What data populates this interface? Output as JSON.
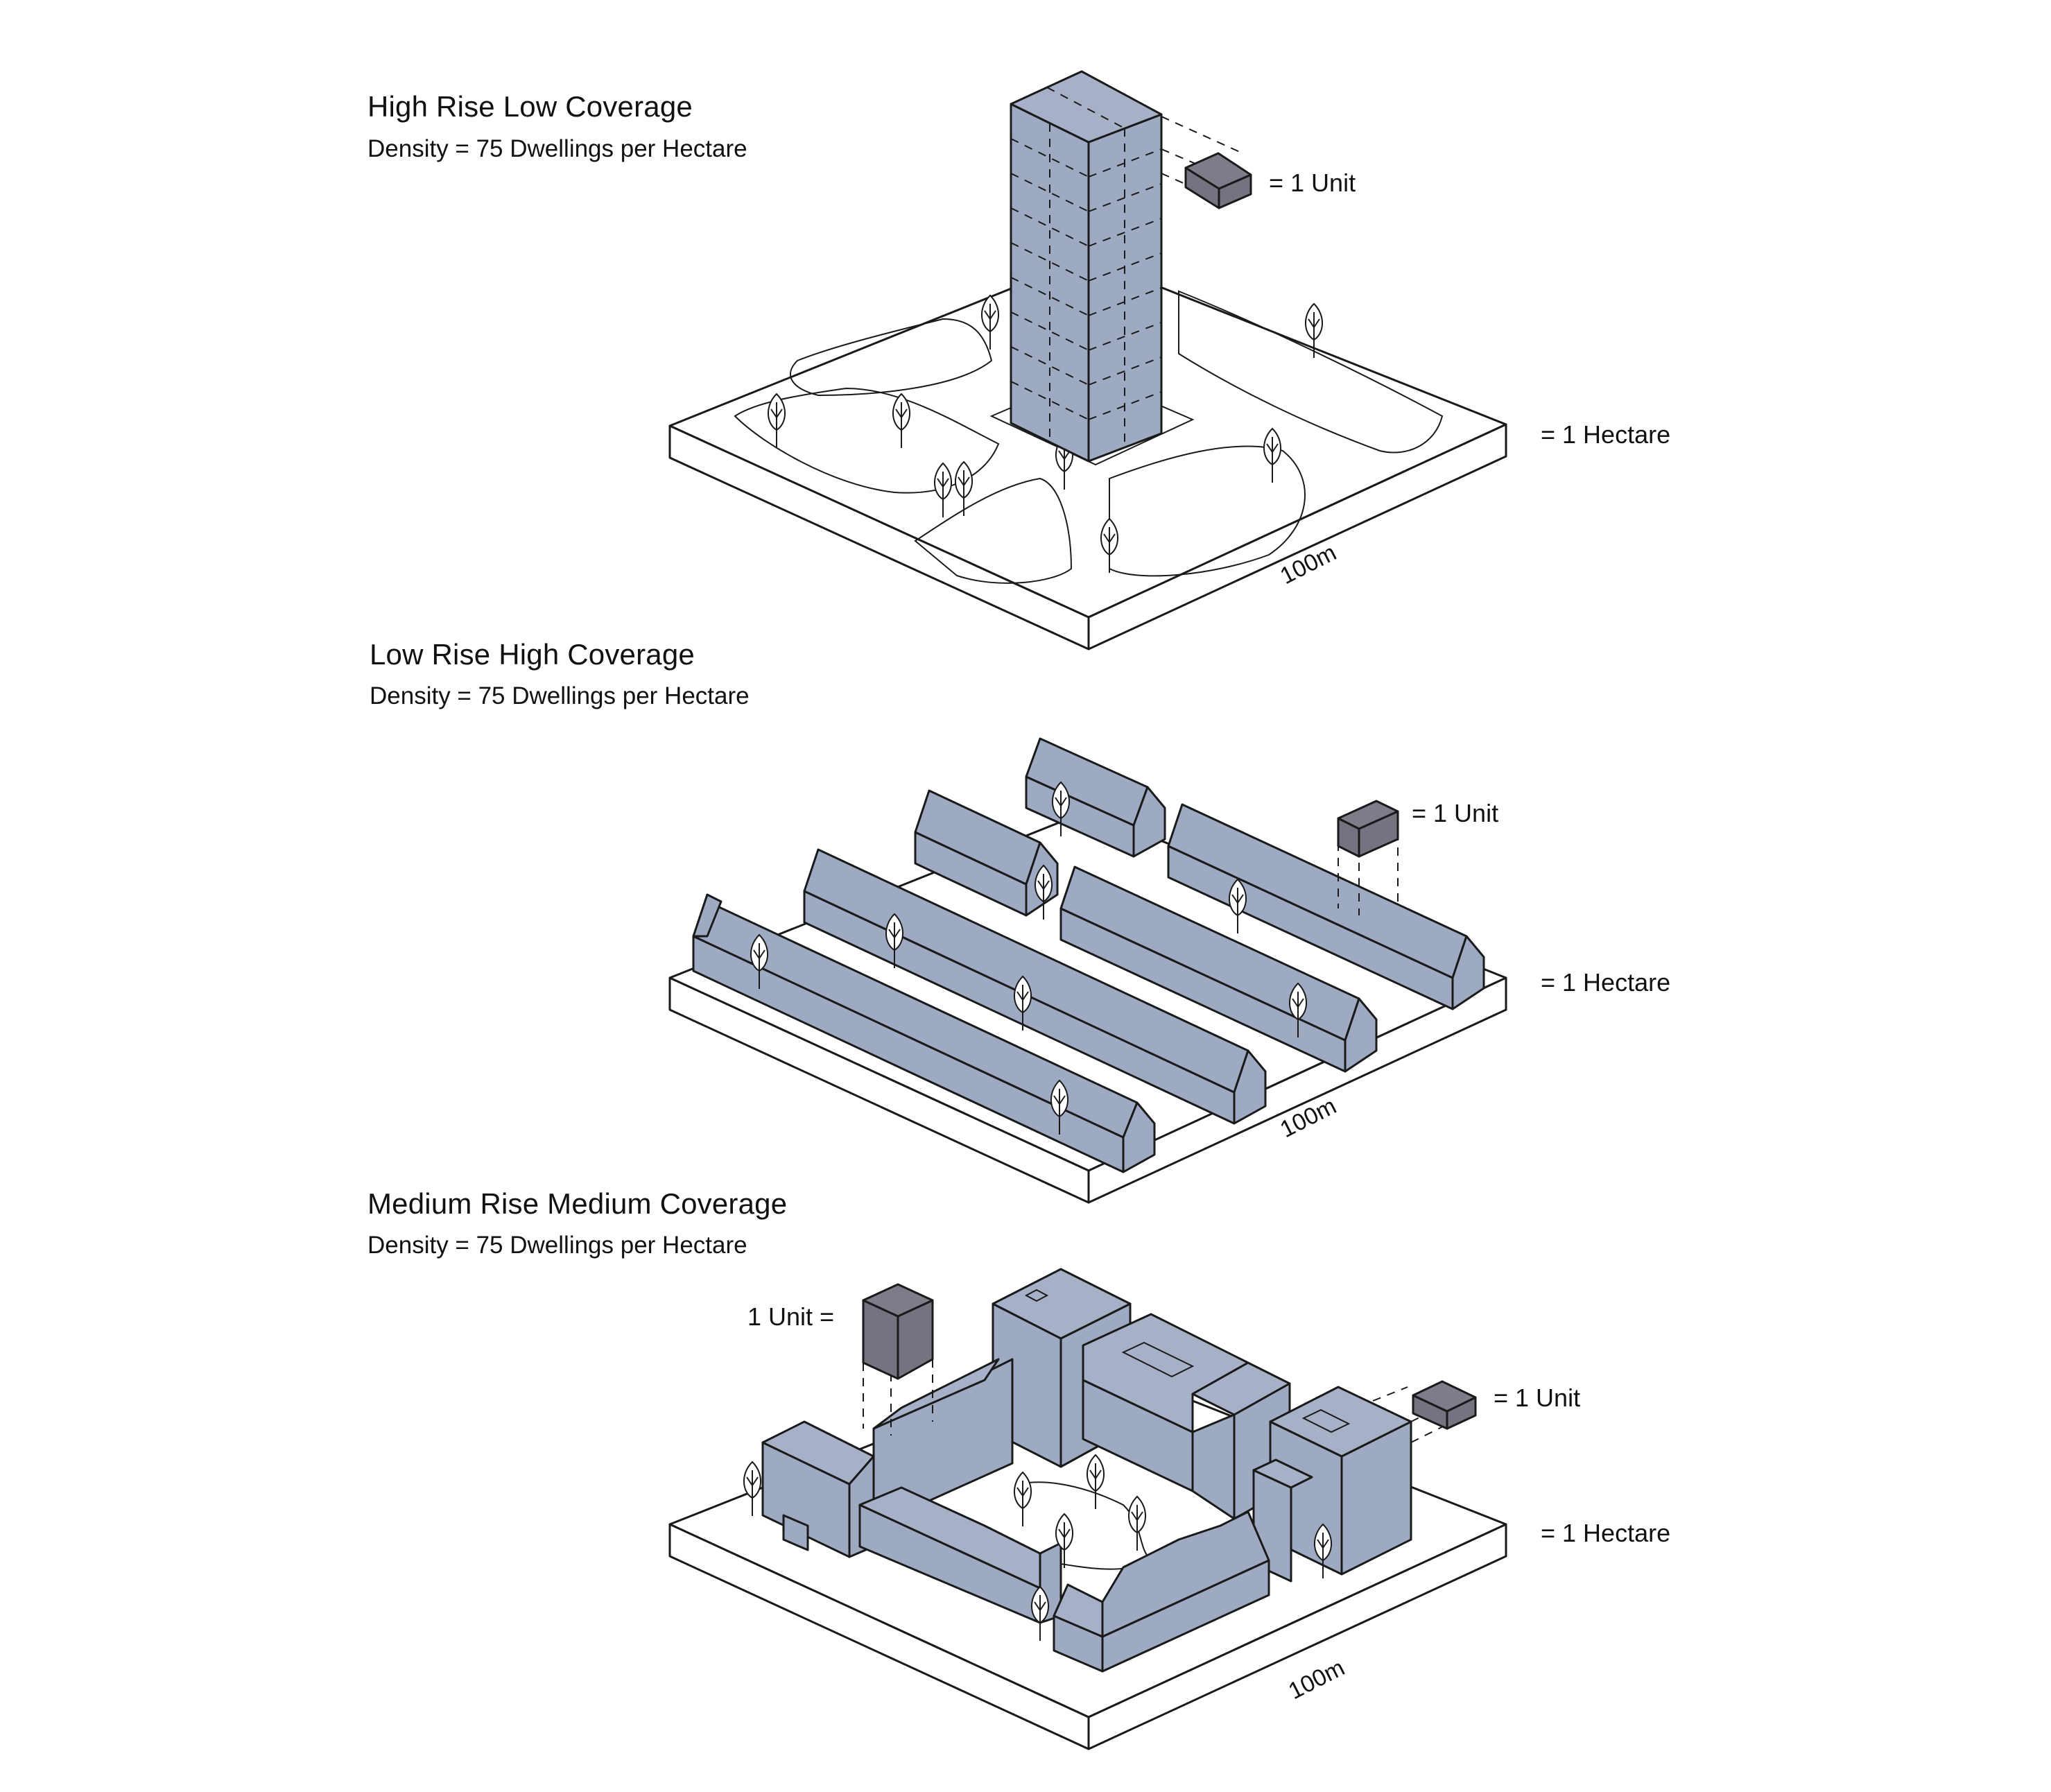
{
  "colors": {
    "building_fill": "#9EAAC1",
    "building_top": "#A6B1C7",
    "unit_fill": "#75737F",
    "unit_top": "#7E7C88",
    "ground_fill": "#ffffff",
    "line": "#1a1a1a"
  },
  "panels": [
    {
      "title": "High Rise Low Coverage",
      "subtitle": "Density = 75 Dwellings per Hectare",
      "unit_label": "= 1 Unit",
      "hectare_label": "= 1 Hectare",
      "dimension_label": "100m"
    },
    {
      "title": "Low Rise High Coverage",
      "subtitle": "Density = 75 Dwellings per Hectare",
      "unit_label": "= 1 Unit",
      "hectare_label": "= 1 Hectare",
      "dimension_label": "100m"
    },
    {
      "title": "Medium Rise Medium Coverage",
      "subtitle": "Density = 75 Dwellings per Hectare",
      "unit_label_left": "1 Unit =",
      "unit_label_right": "= 1 Unit",
      "hectare_label": "= 1 Hectare",
      "dimension_label": "100m"
    }
  ],
  "icons": {
    "tree": "tree-icon",
    "unit_block": "unit-block-icon",
    "hectare_plot": "hectare-plot-icon"
  }
}
